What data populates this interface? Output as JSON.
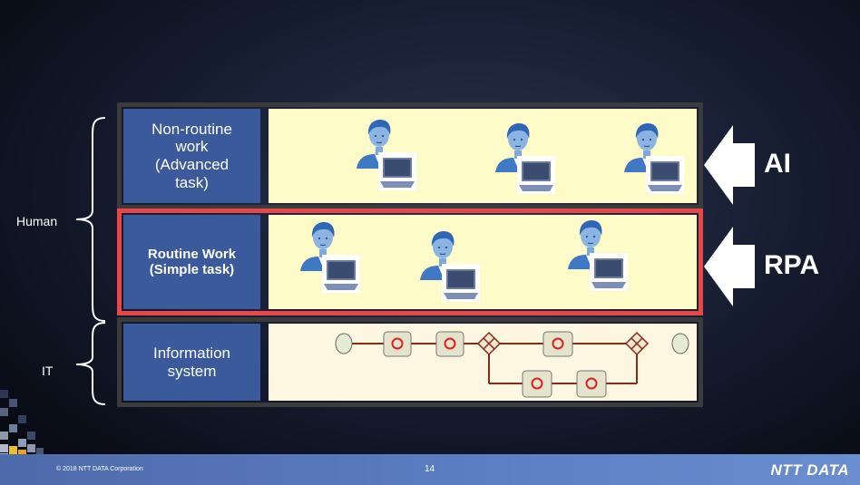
{
  "tiers": {
    "advanced": {
      "label": "Non-routine\nwork\n (Advanced\ntask)"
    },
    "routine": {
      "label": "Routine Work\n(Simple task)"
    },
    "it": {
      "label": "Information\nsystem"
    }
  },
  "groups": {
    "human": "Human",
    "it": "IT"
  },
  "arrows": {
    "ai": "AI",
    "rpa": "RPA"
  },
  "footer": {
    "copyright": "© 2018 NTT DATA Corporation",
    "page_number": "14",
    "logo": "NTT DATA"
  },
  "colors": {
    "label_fill": "#3a5a9c",
    "content_fill": "#fdfcc8",
    "highlight_border": "#e8474a",
    "frame_border": "#3b3b3b"
  }
}
